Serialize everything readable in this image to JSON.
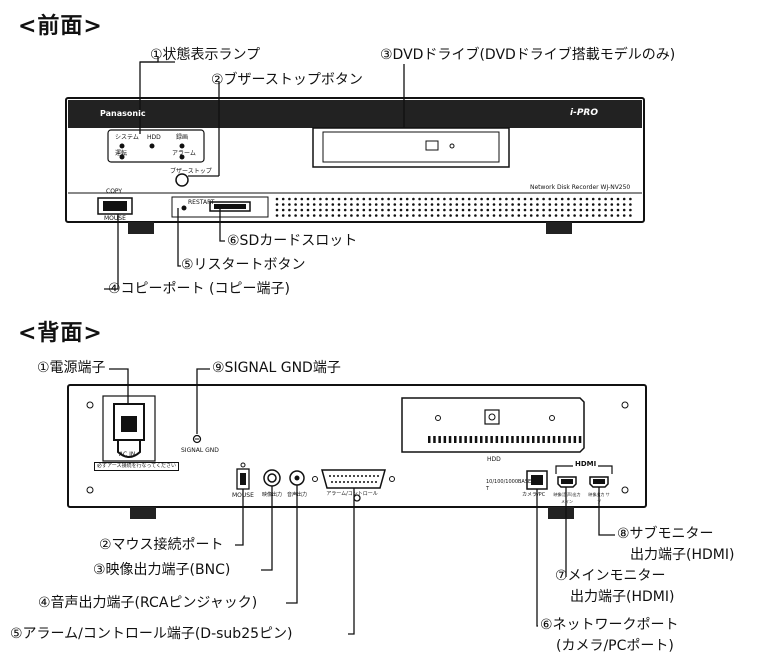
{
  "front": {
    "heading": "<前面>",
    "callouts": {
      "status_lamp": "①状態表示ランプ",
      "buzzer_stop": "②ブザーストップボタン",
      "dvd_drive": "③DVDドライブ(DVDドライブ搭載モデルのみ)",
      "copy_port": "④コピーポート (コピー端子)",
      "restart": "⑤リスタートボタン",
      "sd_slot": "⑥SDカードスロット"
    },
    "device": {
      "brand": "Panasonic",
      "logo": "i-PRO",
      "model": "Network Disk Recorder WJ-NV250",
      "copy_label": "COPY",
      "mouse_label": "MOUSE",
      "buzzer_label": "ブザーストップ",
      "restart_label": "RESTART",
      "lamps": [
        "システム",
        "HDD",
        "録画",
        "運転",
        "アラーム"
      ]
    }
  },
  "rear": {
    "heading": "<背面>",
    "callouts": {
      "power": "①電源端子",
      "signal_gnd": "⑨SIGNAL GND端子",
      "mouse_port": "②マウス接続ポート",
      "video_out": "③映像出力端子(BNC)",
      "audio_out": "④音声出力端子(RCAピンジャック)",
      "alarm": "⑤アラーム/コントロール端子(D-sub25ピン)",
      "network_l1": "⑥ネットワークポート",
      "network_l2": "(カメラ/PCポート)",
      "main_mon_l1": "⑦メインモニター",
      "main_mon_l2": "出力端子(HDMI)",
      "sub_mon_l1": "⑧サブモニター",
      "sub_mon_l2": "出力端子(HDMI)"
    },
    "device": {
      "ac_in": "AC IN",
      "earth_note": "必ずアース接続を行なってください",
      "signal_gnd": "SIGNAL GND",
      "hdd": "HDD",
      "mouse": "MOUSE",
      "video_out": "映像出力",
      "audio_out": "音声出力",
      "alarm": "アラーム/コントロール",
      "net_speed": "10/100/1000BASE-T",
      "camera_pc": "カメラ/PC",
      "hdmi": "HDMI",
      "main_label": "映像(音声)出力 メイン",
      "sub_label": "映像出力 サブ"
    }
  }
}
